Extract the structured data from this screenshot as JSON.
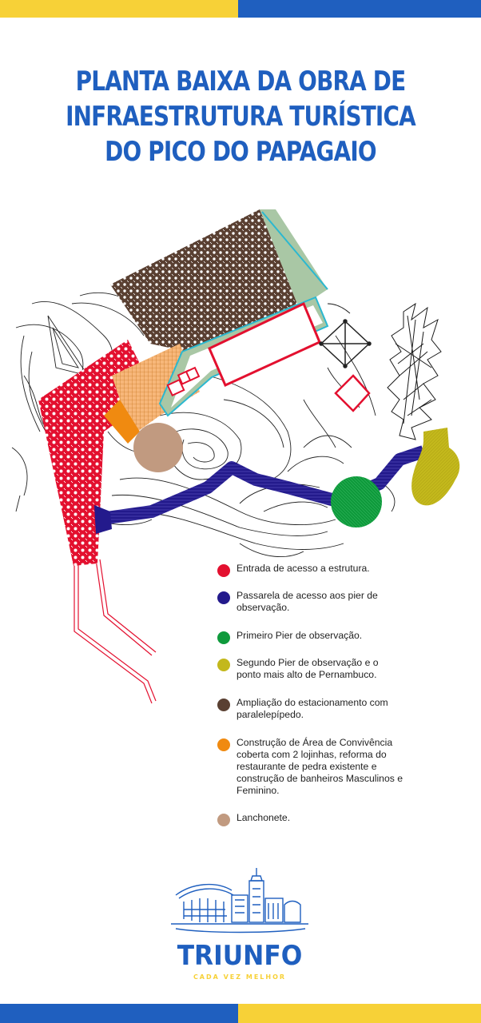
{
  "colors": {
    "yellow": "#f7d137",
    "blue": "#1f5fbf",
    "title": "#1f5fbf",
    "red": "#e3102f",
    "navy": "#231a8c",
    "green": "#0f9a3c",
    "olive": "#c3b81c",
    "brown": "#5a4032",
    "orange": "#f08a10",
    "tan": "#c19a80",
    "sage": "#a9c7a5",
    "cyan": "#2bb8d0"
  },
  "title": {
    "line1": "PLANTA BAIXA DA OBRA DE",
    "line2": "INFRAESTRUTURA TURÍSTICA",
    "line3": "DO PICO DO PAPAGAIO"
  },
  "legend": [
    {
      "color": "#e3102f",
      "text": "Entrada de acesso a estrutura."
    },
    {
      "color": "#231a8c",
      "text": "Passarela de acesso aos pier de observação."
    },
    {
      "color": "#0f9a3c",
      "text": "Primeiro Pier de observação."
    },
    {
      "color": "#c3b81c",
      "text": "Segundo Pier de observação e o ponto mais alto de Pernambuco."
    },
    {
      "color": "#5a4032",
      "text": "Ampliação do estacionamento com paralelepípedo."
    },
    {
      "color": "#f08a10",
      "text": "Construção de Área de Convivência coberta com 2 lojinhas, reforma do restaurante de pedra existente e construção de banheiros Masculinos e Feminino."
    },
    {
      "color": "#c19a80",
      "text": "Lanchonete."
    }
  ],
  "logo": {
    "word": "TRIUNFO",
    "tagline": "CADA VEZ MELHOR",
    "icon": "city-skyline-icon"
  }
}
